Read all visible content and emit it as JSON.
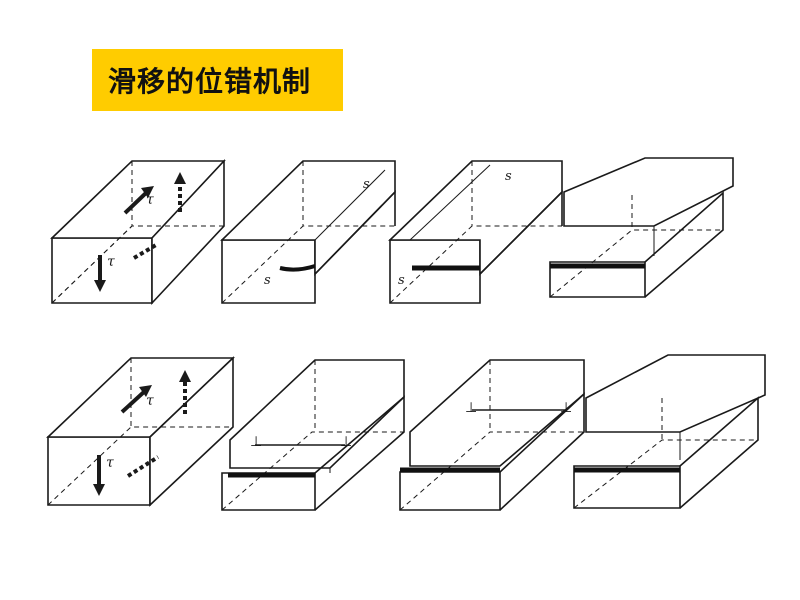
{
  "slide": {
    "title": "滑移的位错机制",
    "title_bg": "#ffcc00"
  },
  "figure": {
    "rows": [
      {
        "name": "screw-dislocation-sequence",
        "stages": 4,
        "stress_label": "τ",
        "dislocation_symbol": "s"
      },
      {
        "name": "edge-dislocation-sequence",
        "stages": 4,
        "stress_label": "τ",
        "dislocation_symbol": "⊥"
      }
    ],
    "colors": {
      "line": "#1a1a1a",
      "hidden_line": "#333333",
      "slip_band": "#111111"
    }
  }
}
